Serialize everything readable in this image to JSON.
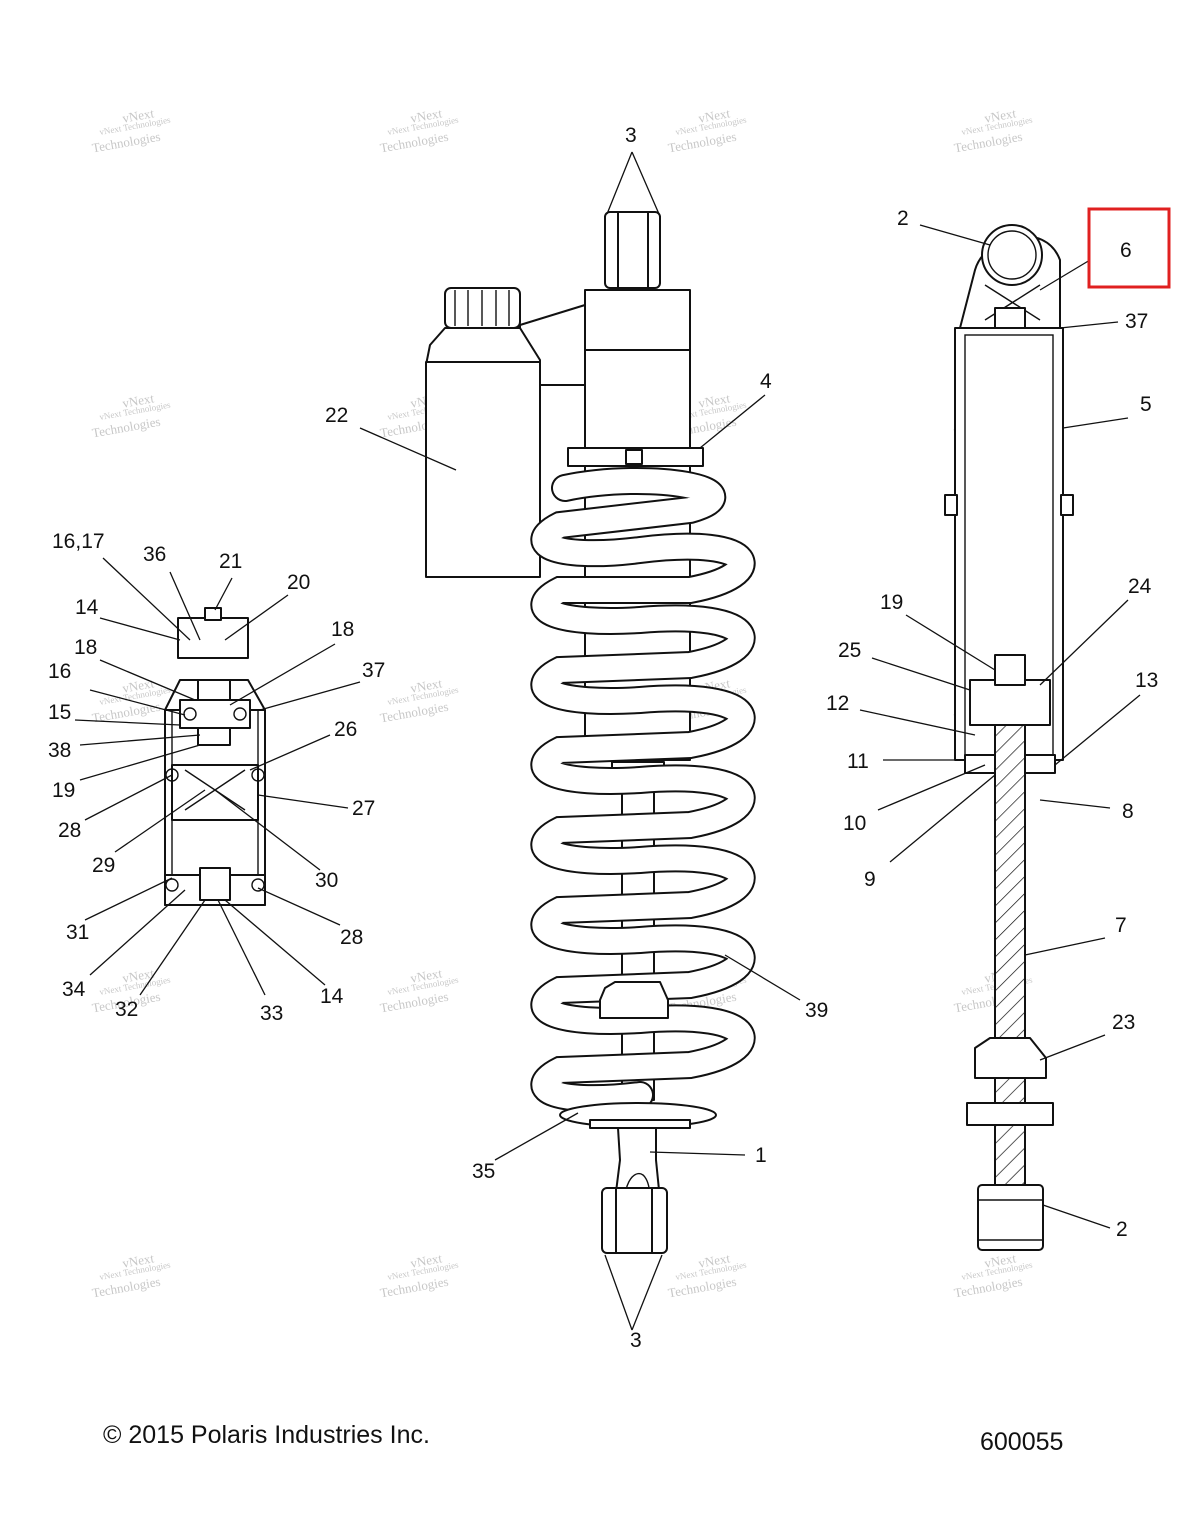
{
  "copyright": "© 2015 Polaris Industries Inc.",
  "diagram_number": "600055",
  "watermark": {
    "line1": "vNext Technologies",
    "line2": "vNext",
    "line3": "Technologies"
  },
  "highlight_color": "#e02020",
  "highlighted_callout": "6",
  "callouts": [
    {
      "id": "c3-top",
      "label": "3"
    },
    {
      "id": "c3-bottom",
      "label": "3"
    },
    {
      "id": "c4",
      "label": "4"
    },
    {
      "id": "c22",
      "label": "22"
    },
    {
      "id": "c39",
      "label": "39"
    },
    {
      "id": "c35",
      "label": "35"
    },
    {
      "id": "c1",
      "label": "1"
    },
    {
      "id": "c2-top",
      "label": "2"
    },
    {
      "id": "c6",
      "label": "6"
    },
    {
      "id": "c37-r",
      "label": "37"
    },
    {
      "id": "c5",
      "label": "5"
    },
    {
      "id": "c19-r",
      "label": "19"
    },
    {
      "id": "c24",
      "label": "24"
    },
    {
      "id": "c25",
      "label": "25"
    },
    {
      "id": "c13",
      "label": "13"
    },
    {
      "id": "c12",
      "label": "12"
    },
    {
      "id": "c11",
      "label": "11"
    },
    {
      "id": "c10",
      "label": "10"
    },
    {
      "id": "c8",
      "label": "8"
    },
    {
      "id": "c9",
      "label": "9"
    },
    {
      "id": "c7",
      "label": "7"
    },
    {
      "id": "c23",
      "label": "23"
    },
    {
      "id": "c2-bottom",
      "label": "2"
    },
    {
      "id": "c16-17",
      "label": "16,17"
    },
    {
      "id": "c36",
      "label": "36"
    },
    {
      "id": "c21",
      "label": "21"
    },
    {
      "id": "c20",
      "label": "20"
    },
    {
      "id": "c14-top",
      "label": "14"
    },
    {
      "id": "c18-l",
      "label": "18"
    },
    {
      "id": "c18-r",
      "label": "18"
    },
    {
      "id": "c37-l",
      "label": "37"
    },
    {
      "id": "c16",
      "label": "16"
    },
    {
      "id": "c15",
      "label": "15"
    },
    {
      "id": "c26",
      "label": "26"
    },
    {
      "id": "c38",
      "label": "38"
    },
    {
      "id": "c19-l",
      "label": "19"
    },
    {
      "id": "c27",
      "label": "27"
    },
    {
      "id": "c28-top",
      "label": "28"
    },
    {
      "id": "c29",
      "label": "29"
    },
    {
      "id": "c30",
      "label": "30"
    },
    {
      "id": "c31",
      "label": "31"
    },
    {
      "id": "c28-bottom",
      "label": "28"
    },
    {
      "id": "c34",
      "label": "34"
    },
    {
      "id": "c32",
      "label": "32"
    },
    {
      "id": "c33",
      "label": "33"
    },
    {
      "id": "c14-bottom",
      "label": "14"
    }
  ]
}
